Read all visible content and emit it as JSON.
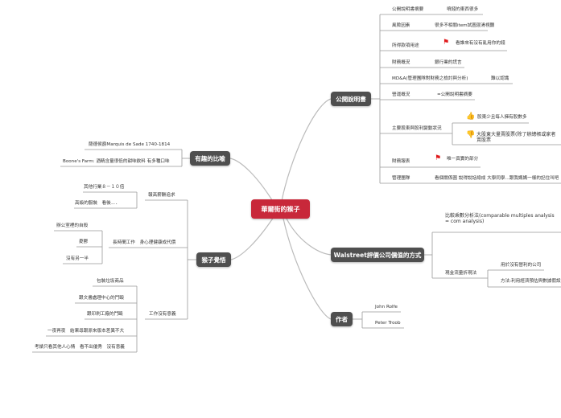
{
  "center": {
    "label": "華爾街的猴子",
    "color": "#c8283a"
  },
  "prospectus": {
    "label": "公開說明書",
    "items": [
      {
        "label": "公開說明書摘要",
        "note": "噴錢的東西很多"
      },
      {
        "label": "風險因素",
        "note": "很多不相關item試圖混淆視聽"
      },
      {
        "label": "所得款項用途",
        "note": "看誰來有沒有亂用你的錢",
        "icon": "red-flag"
      },
      {
        "label": "財務概況",
        "note": "銀行業的謊言"
      },
      {
        "label": "MD&A(管理團隊對財務之檢討與分析)",
        "note": "難以認識"
      },
      {
        "label": "營運概況",
        "note": "=公開說明書摘要"
      },
      {
        "label": "主要股東與股利變動狀況",
        "subs": [
          {
            "label": "股東少且每人擁有股數多",
            "icon": "thumbs-up"
          },
          {
            "label": "大股東大量賣股票(除了辦總帳或家者賣股票",
            "icon": "thumbs-down"
          }
        ]
      },
      {
        "label": "財務報表",
        "note": "唯一真實的部分",
        "icon": "red-flag"
      },
      {
        "label": "管理團隊",
        "note": "看個關係圖 說得說話總成 大學同學...跟我媽媽一樣的記住叫吧"
      }
    ]
  },
  "metaphor": {
    "label": "有趣的比喻",
    "items": [
      "薩德侯爵Marquis de Sade 1740-1814",
      "Boone's Farm: 酒精含量很低的甜味飲料 有多種口味"
    ]
  },
  "awakening": {
    "label": "猴子覺悟",
    "groups": [
      {
        "label": "報高薪酬追求",
        "items": [
          "其他行業８－１０倍",
          "高級的服裝　看後．．．"
        ]
      },
      {
        "label": "長時間工作　身心理健康成代價",
        "items": [
          "辦公室裡的自殺",
          "憂鬱",
          "沒有另一半"
        ]
      },
      {
        "label": "工作沒有意義",
        "items": [
          "包裝垃圾商品",
          "跟文書處理中心的鬥毆",
          "跟印刷工廠的鬥毆",
          "一夜再夜　結果尋跟原來版本差異不大",
          "考績只看其他人心情　看不出優秀　沒有意義"
        ]
      }
    ]
  },
  "valuation": {
    "label": "Walstreet評價公司價值的方式",
    "comparable": "比較乘數分析法(comparable multiples analysis = com",
    "comparable2": "analysis)",
    "dcf": "現金流量折現法",
    "dcf_items": [
      "用於沒有營利的公司",
      "方法:利用經濟預估與數據假設"
    ]
  },
  "authors": {
    "label": "作者",
    "items": [
      "John Rolfe",
      "Peter Troob"
    ]
  }
}
